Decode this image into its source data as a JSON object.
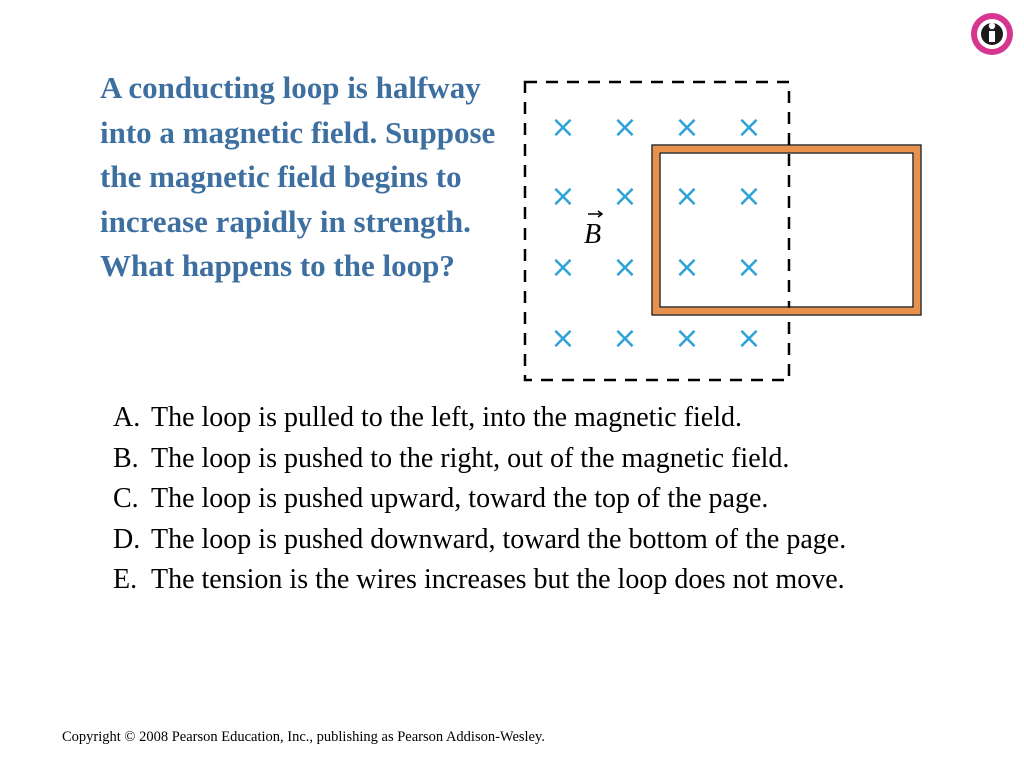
{
  "question": "A conducting loop is halfway into a magnetic field. Suppose the magnetic field begins to increase rapidly in strength. What happens to the loop?",
  "diagram": {
    "field_label": "B",
    "field_symbol": "×",
    "colors": {
      "field_symbol": "#2ea3d8",
      "loop": "#e8914d",
      "border": "#000000"
    }
  },
  "answers": [
    {
      "letter": "A.",
      "text": "The loop is pulled to the left, into the magnetic field."
    },
    {
      "letter": "B.",
      "text": "The loop is pushed to the right, out of the magnetic field."
    },
    {
      "letter": "C.",
      "text": "The loop is pushed upward, toward the top of the page."
    },
    {
      "letter": "D.",
      "text": "The loop is pushed downward, toward the bottom of the page."
    },
    {
      "letter": "E.",
      "text": "The tension is the wires increases but the loop does not move."
    }
  ],
  "copyright": "Copyright © 2008 Pearson Education, Inc., publishing as Pearson Addison-Wesley.",
  "logo": {
    "icon": "info-icon",
    "color": "#d6368f"
  }
}
